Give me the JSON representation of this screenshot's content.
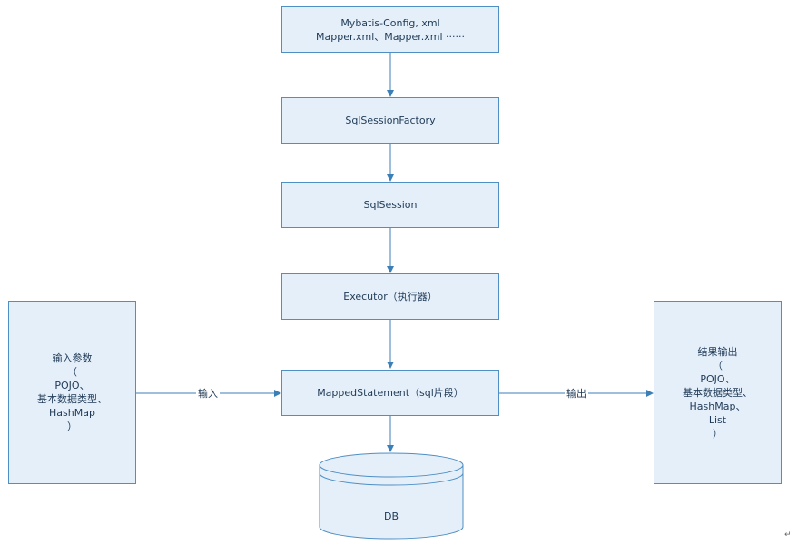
{
  "nodes": {
    "config": {
      "line1": "Mybatis-Config, xml",
      "line2": "Mapper.xml、Mapper.xml ······"
    },
    "factory": {
      "label": "SqlSessionFactory"
    },
    "session": {
      "label": "SqlSession"
    },
    "executor": {
      "label": "Executor（执行器）"
    },
    "mapped": {
      "label": "MappedStatement（sql片段）"
    },
    "db": {
      "label": "DB"
    },
    "input": {
      "lines": [
        "输入参数",
        "（",
        "POJO、",
        "基本数据类型、",
        "HashMap",
        "）"
      ]
    },
    "output": {
      "lines": [
        "结果输出",
        "（",
        "POJO、",
        "基本数据类型、",
        "HashMap、",
        "List",
        "）"
      ]
    }
  },
  "edges": {
    "input_label": "输入",
    "output_label": "输出"
  },
  "colors": {
    "box_fill": "#e4eff9",
    "box_border": "#4f8fc4",
    "arrow": "#3b7fb8",
    "text": "#1f3a57"
  },
  "corner_mark": "↵"
}
